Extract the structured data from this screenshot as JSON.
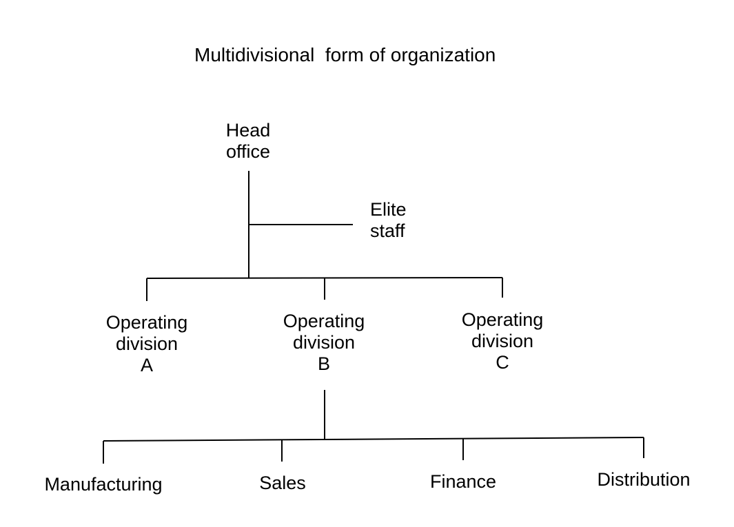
{
  "title": "Multidivisional  form of organization",
  "nodes": {
    "head_office": [
      "Head",
      "office"
    ],
    "elite_staff": [
      "Elite",
      "staff"
    ],
    "division_a": [
      "Operating",
      "division",
      "A"
    ],
    "division_b": [
      "Operating",
      "division",
      "B"
    ],
    "division_c": [
      "Operating",
      "division",
      "C"
    ],
    "manufacturing": "Manufacturing",
    "sales": "Sales",
    "finance": "Finance",
    "distribution": "Distribution"
  }
}
